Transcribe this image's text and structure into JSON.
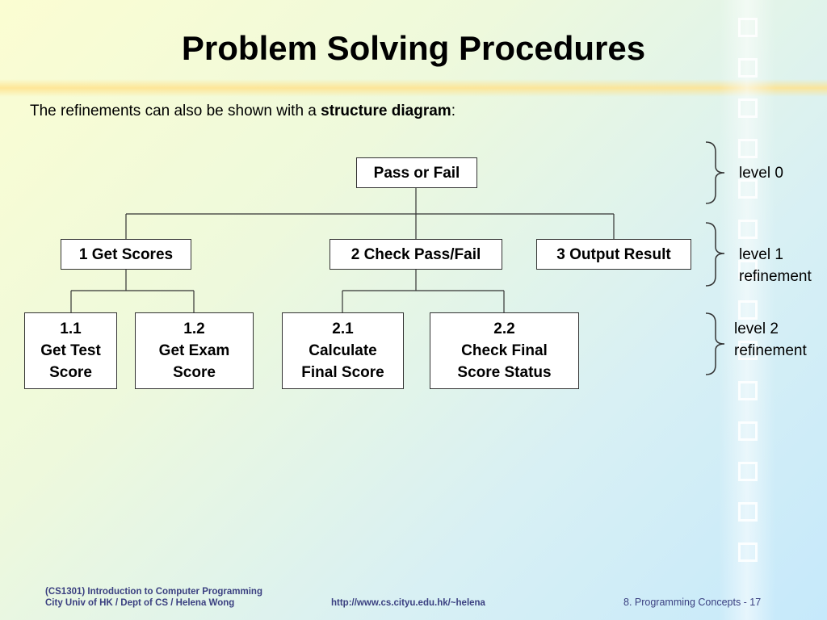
{
  "title": "Problem Solving Procedures",
  "intro": {
    "prefix": "The refinements can also be shown with a ",
    "bold": "structure diagram",
    "suffix": ":"
  },
  "nodes": {
    "root": "Pass or Fail",
    "get_scores": "1 Get Scores",
    "check_pass_fail": "2 Check Pass/Fail",
    "output_result": "3 Output Result",
    "n11": {
      "num": "1.1",
      "line1": "Get Test",
      "line2": "Score"
    },
    "n12": {
      "num": "1.2",
      "line1": "Get Exam",
      "line2": "Score"
    },
    "n21": {
      "num": "2.1",
      "line1": "Calculate",
      "line2": "Final Score"
    },
    "n22": {
      "num": "2.2",
      "line1": "Check Final",
      "line2": "Score Status"
    }
  },
  "levels": {
    "level0": "level 0",
    "level1": {
      "line1": "level 1",
      "line2": "refinement"
    },
    "level2": {
      "line1": "level 2",
      "line2": "refinement"
    }
  },
  "footer": {
    "course": "(CS1301) Introduction to Computer Programming",
    "institution": "City Univ of HK / Dept of CS / Helena Wong",
    "url": "http://www.cs.cityu.edu.hk/~helena",
    "page": "8. Programming Concepts - 17"
  }
}
